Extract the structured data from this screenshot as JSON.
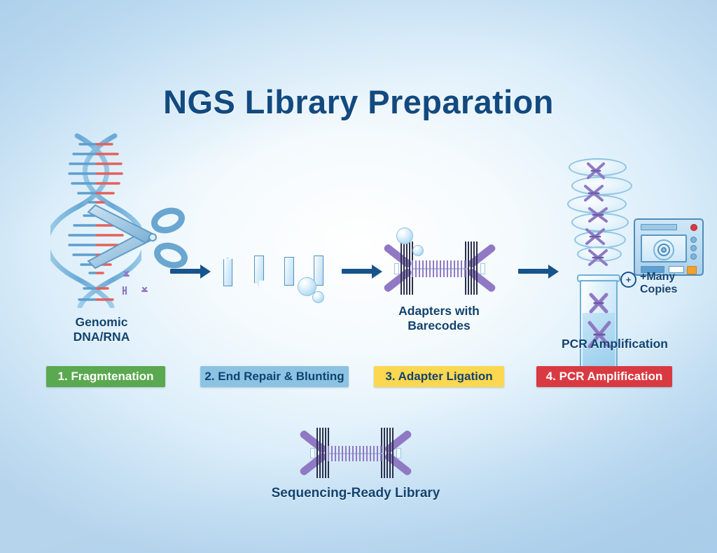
{
  "page": {
    "title": "NGS Library Preparation",
    "background_color": "#bcd8ee",
    "title_color": "#124a80"
  },
  "steps": [
    {
      "id": "fragmentation",
      "number": "1",
      "label": "1. Fragmtenation",
      "caption_line1": "Genomic",
      "caption_line2": "DNA/RNA",
      "bg_color": "#5aa84f",
      "text_color": "#ffffff",
      "icons": [
        "dna-helix-icon",
        "scissors-icon",
        "dna-specks-icon"
      ]
    },
    {
      "id": "end-repair",
      "number": "2",
      "label": "2. End Repair & Blunting",
      "caption_line1": "",
      "caption_line2": "",
      "bg_color": "#8cc3e3",
      "text_color": "#12436f",
      "icons": [
        "dna-fragment-icon",
        "bubble-icon"
      ]
    },
    {
      "id": "adapter-ligation",
      "number": "3",
      "label": "3. Adapter Ligation",
      "caption_line1": "Adapters with",
      "caption_line2": "Barecodes",
      "bg_color": "#fcd750",
      "text_color": "#12436f",
      "icons": [
        "adapter-x-icon",
        "barcode-icon",
        "bubble-icon"
      ]
    },
    {
      "id": "pcr-amplification",
      "number": "4",
      "label": "4. PCR Amplification",
      "caption_line1": "PCR Amplification",
      "caption_line2": "",
      "bg_color": "#d93a42",
      "text_color": "#ffffff",
      "icons": [
        "test-tube-icon",
        "thermal-cycler-icon",
        "spiral-rings-icon"
      ]
    }
  ],
  "arrows": {
    "color": "#17548c",
    "count": 3
  },
  "pcr_badge": {
    "glyph": "+",
    "line1": "+Many",
    "line2": "Copies"
  },
  "result": {
    "caption": "Sequencing-Ready Library"
  }
}
